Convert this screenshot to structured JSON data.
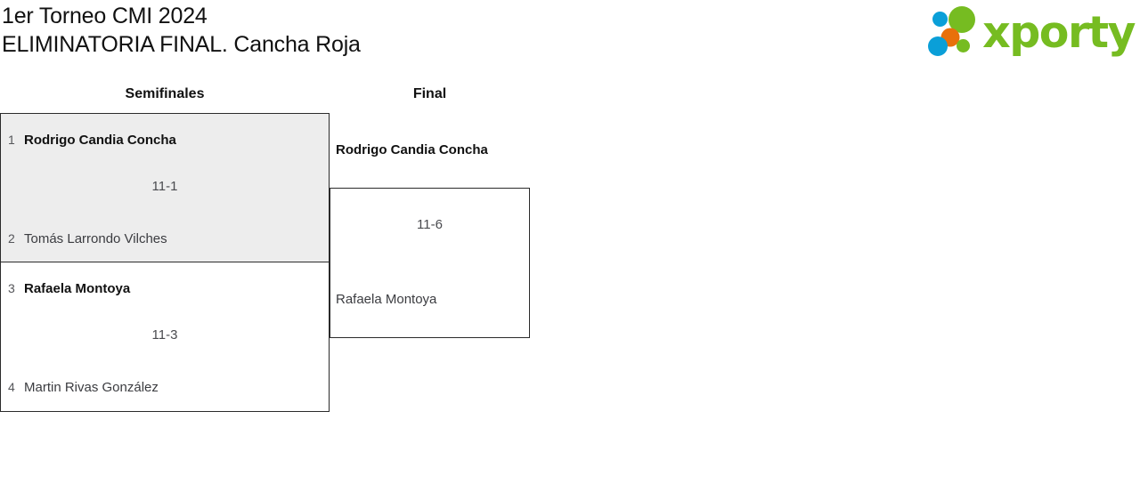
{
  "header": {
    "title_line_1": "1er Torneo CMI 2024",
    "title_line_2": "ELIMINATORIA FINAL. Cancha Roja",
    "logo": {
      "wordmark": "xporty",
      "colors": {
        "green": "#76bc21",
        "blue": "#0a9fd8",
        "orange": "#e8700a"
      }
    }
  },
  "bracket": {
    "rounds": [
      {
        "key": "semifinals",
        "label": "Semifinales"
      },
      {
        "key": "final",
        "label": "Final"
      }
    ],
    "semifinals": [
      {
        "highlighted": true,
        "score": "11-1",
        "players": [
          {
            "seed": "1",
            "name": "Rodrigo Candia Concha",
            "winner": true
          },
          {
            "seed": "2",
            "name": "Tomás Larrondo Vilches",
            "winner": false
          }
        ]
      },
      {
        "highlighted": false,
        "score": "11-3",
        "players": [
          {
            "seed": "3",
            "name": "Rafaela Montoya",
            "winner": true
          },
          {
            "seed": "4",
            "name": "Martin Rivas González",
            "winner": false
          }
        ]
      }
    ],
    "final": {
      "score": "11-6",
      "players": [
        {
          "seed": "",
          "name": "Rodrigo Candia Concha",
          "winner": true
        },
        {
          "seed": "",
          "name": "Rafaela Montoya",
          "winner": false
        }
      ]
    }
  }
}
